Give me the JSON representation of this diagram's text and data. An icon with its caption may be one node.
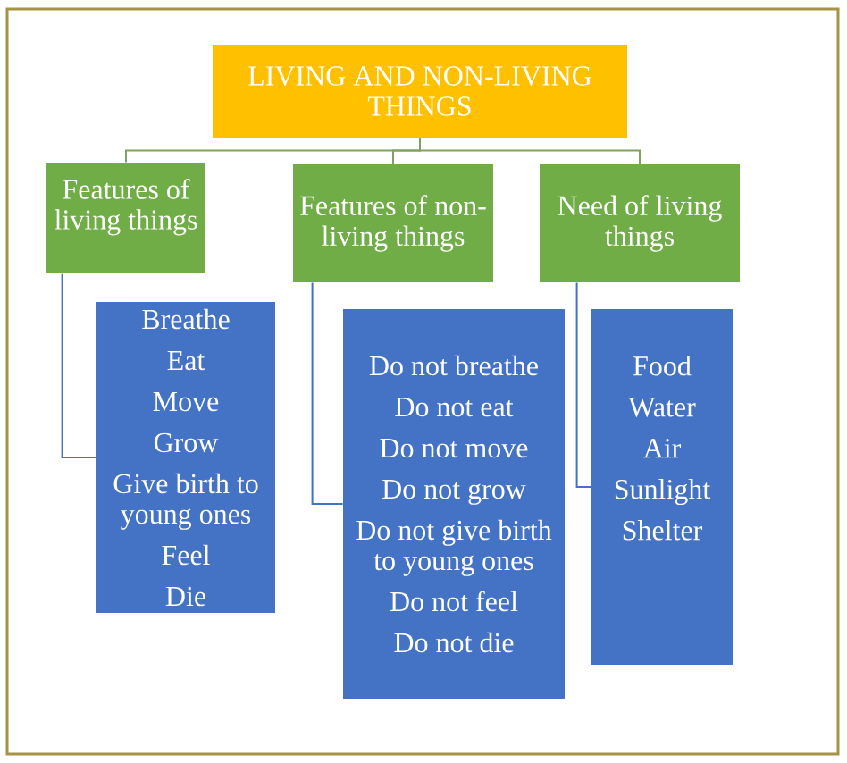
{
  "diagram": {
    "nodes": [
      {
        "text": [
          "LIVING AND NON-LIVING THINGS"
        ]
      },
      {
        "text": [
          "Features of living things"
        ]
      },
      {
        "text": [
          "Features of non-living things"
        ]
      },
      {
        "text": [
          "Need of living things"
        ]
      },
      {
        "text": [
          "Breathe",
          "Eat",
          "Move",
          "Grow",
          "Give birth to young ones",
          "Feel",
          "Die"
        ]
      },
      {
        "text": [
          "Do not breathe",
          "Do not eat",
          "Do not move",
          "Do not grow",
          "Do not give birth to young ones",
          "Do not feel",
          "Do not die"
        ]
      },
      {
        "text": [
          "Food",
          "Water",
          "Air",
          "Sunlight",
          "Shelter"
        ]
      }
    ],
    "edges": [
      {
        "from": 0,
        "to": 1,
        "arrow": "none"
      },
      {
        "from": 0,
        "to": 2,
        "arrow": "none"
      },
      {
        "from": 0,
        "to": 3,
        "arrow": "none"
      },
      {
        "from": 1,
        "to": 4,
        "arrow": "none",
        "color": "#4472c4"
      },
      {
        "from": 2,
        "to": 5,
        "arrow": "none",
        "color": "#4472c4"
      },
      {
        "from": 3,
        "to": 6,
        "arrow": "none",
        "color": "#4472c4"
      }
    ]
  }
}
